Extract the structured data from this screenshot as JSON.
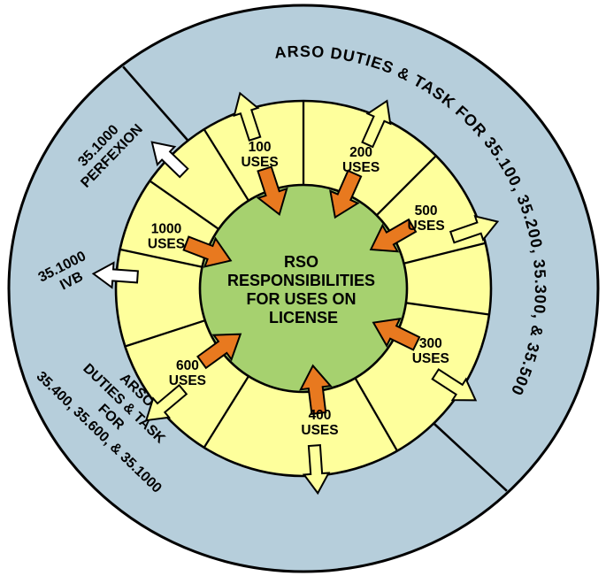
{
  "colors": {
    "outer_band": "#b6cedb",
    "uses_band": "#feff9c",
    "center_disc": "#a6d16f",
    "inward_arrow": "#e8791f",
    "outward_arrow": "#feff9c",
    "outward_arrow_alt": "#ffffff",
    "outline": "#000000"
  },
  "center": {
    "lines": [
      "RSO",
      "RESPONSIBILITIES",
      "FOR USES ON",
      "LICENSE"
    ]
  },
  "ring_segments": [
    {
      "value": "100",
      "unit": "USES"
    },
    {
      "value": "200",
      "unit": "USES"
    },
    {
      "value": "500",
      "unit": "USES"
    },
    {
      "value": "300",
      "unit": "USES"
    },
    {
      "value": "400",
      "unit": "USES"
    },
    {
      "value": "600",
      "unit": "USES"
    },
    {
      "value": "1000",
      "unit": "USES"
    }
  ],
  "outer_labels": {
    "arc_text": "ARSO DUTIES & TASK FOR 35.100, 35.200, 35.300, & 35.500",
    "upper_left": [
      "35.1000",
      "PERFEXION"
    ],
    "left": [
      "35.1000",
      "IVB"
    ],
    "lower_left": [
      "ARSO",
      "DUTIES & TASK",
      "FOR",
      "35.400, 35.600, & 35.1000"
    ]
  }
}
